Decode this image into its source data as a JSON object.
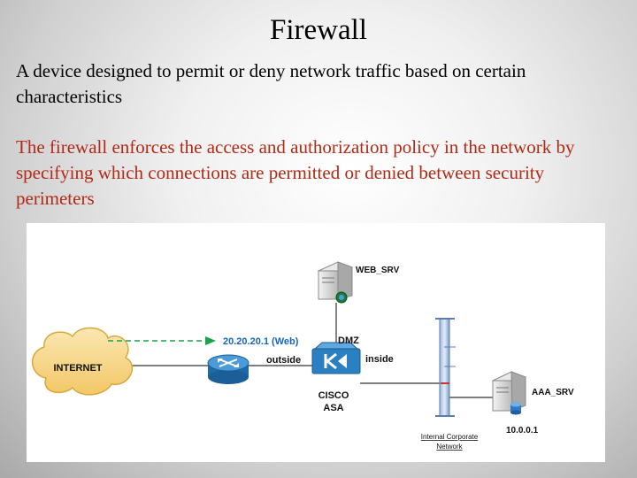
{
  "slide": {
    "title": "Firewall",
    "definition": "A device designed to permit or deny network traffic based on certain characteristics",
    "policy": "The firewall enforces the access and authorization policy in the network by specifying which connections are permitted or denied between security perimeters"
  },
  "diagram": {
    "internet_label": "INTERNET",
    "web_server_label": "WEB_SRV",
    "web_address_label": "20.20.20.1 (Web)",
    "dmz_label": "DMZ",
    "outside_label": "outside",
    "inside_label": "inside",
    "firewall_label_line1": "CISCO",
    "firewall_label_line2": "ASA",
    "aaa_server_label": "AAA_SRV",
    "aaa_address_label": "10.0.0.1",
    "internal_network_line1": "Internal Corporate",
    "internal_network_line2": "Network",
    "colors": {
      "arrow": "#18a34a",
      "address": "#1565c0",
      "router": "#2f86c9",
      "firewall": "#2276b8",
      "cloud": "#f7d583",
      "segment": "#6d8fc0"
    }
  }
}
